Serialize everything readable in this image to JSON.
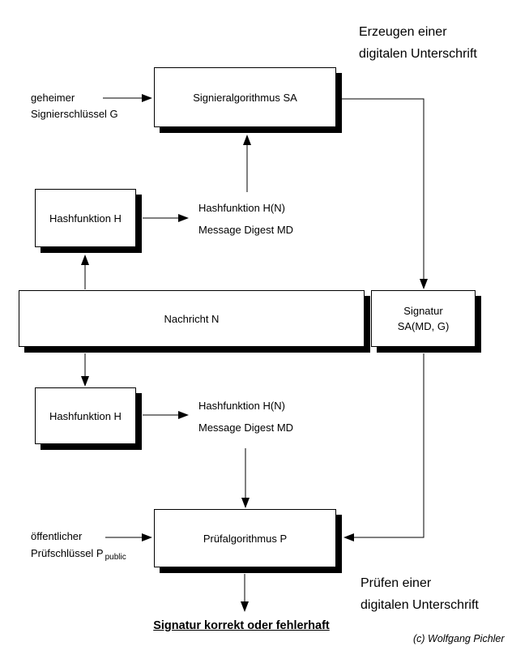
{
  "titles": {
    "create": [
      "Erzeugen einer",
      "digitalen Unterschrift"
    ],
    "verify": [
      "Prüfen einer",
      "digitalen Unterschrift"
    ]
  },
  "boxes": {
    "sign_algorithm": "Signieralgorithmus SA",
    "hash_top": "Hashfunktion H",
    "message": "Nachricht N",
    "signature": [
      "Signatur",
      "SA(MD, G)"
    ],
    "hash_bottom": "Hashfunktion H",
    "verify_algorithm": "Prüfalgorithmus P"
  },
  "labels": {
    "secret_key": [
      "geheimer",
      "Signierschlüssel G"
    ],
    "hash_result_top": [
      "Hashfunktion H(N)",
      "Message Digest MD"
    ],
    "hash_result_bottom": [
      "Hashfunktion H(N)",
      "Message Digest MD"
    ],
    "public_key": [
      "öffentlicher",
      "Prüfschlüssel P"
    ],
    "public_key_subscript": "public",
    "result": "Signatur korrekt oder fehlerhaft",
    "copyright": "(c) Wolfgang Pichler"
  },
  "colors": {
    "line": "#000000",
    "box_fill": "#ffffff",
    "shadow": "#000000",
    "background": "#ffffff"
  }
}
